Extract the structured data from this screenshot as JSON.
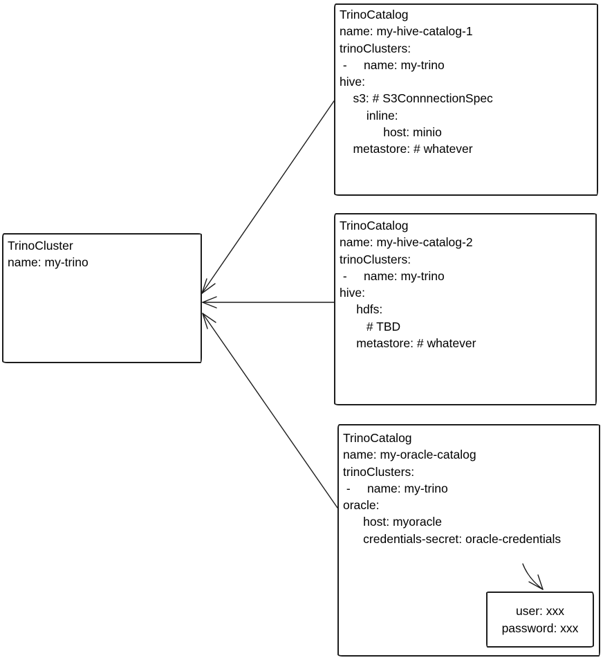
{
  "diagram": {
    "colors": {
      "stroke": "#1c1c1c",
      "background": "#ffffff",
      "text": "#000000"
    },
    "nodes": {
      "cluster": {
        "kind": "TrinoCluster",
        "lines": [
          "TrinoCluster",
          "name: my-trino"
        ]
      },
      "catalog1": {
        "kind": "TrinoCatalog",
        "lines": [
          "TrinoCatalog",
          "name: my-hive-catalog-1",
          "trinoClusters:",
          " -     name: my-trino",
          "hive:",
          "    s3: # S3ConnnectionSpec",
          "        inline:",
          "             host: minio",
          "    metastore: # whatever"
        ]
      },
      "catalog2": {
        "kind": "TrinoCatalog",
        "lines": [
          "TrinoCatalog",
          "name: my-hive-catalog-2",
          "trinoClusters:",
          " -     name: my-trino",
          "hive:",
          "     hdfs:",
          "        # TBD",
          "     metastore: # whatever"
        ]
      },
      "catalog3": {
        "kind": "TrinoCatalog",
        "lines": [
          "TrinoCatalog",
          "name: my-oracle-catalog",
          "trinoClusters:",
          " -     name: my-trino",
          "oracle:",
          "      host: myoracle",
          "      credentials-secret: oracle-credentials"
        ]
      },
      "secret": {
        "kind": "Secret",
        "lines": [
          "user: xxx",
          "password: xxx"
        ]
      }
    }
  }
}
